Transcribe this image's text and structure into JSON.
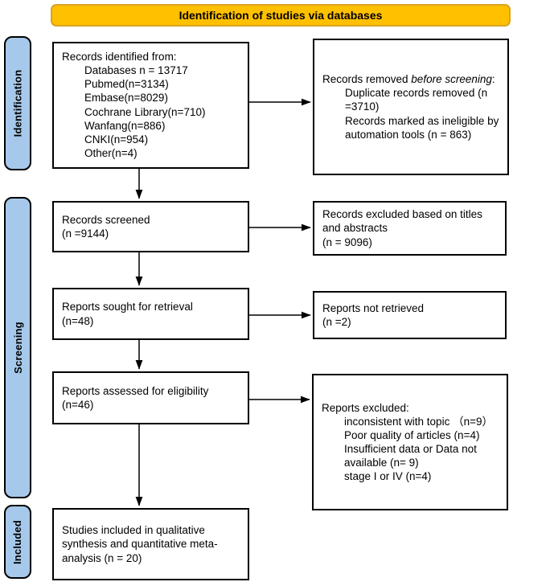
{
  "banner": {
    "label": "Identification of studies via databases"
  },
  "colors": {
    "banner_bg": "#FFC000",
    "banner_border": "#D9A420",
    "stage_bg": "#A6C9EB",
    "box_border": "#000000",
    "arrow": "#000000"
  },
  "stages": [
    {
      "label": "Identification"
    },
    {
      "label": "Screening"
    },
    {
      "label": "Included"
    }
  ],
  "boxes": {
    "identified": {
      "title": "Records identified from:",
      "items": [
        "Databases n = 13717",
        "Pubmed(n=3134)",
        "Embase(n=8029)",
        "Cochrane Library(n=710)",
        "Wanfang(n=886)",
        "CNKI(n=954)",
        "Other(n=4)"
      ]
    },
    "removed": {
      "title_prefix": "Records removed ",
      "title_italic": "before screening",
      "title_suffix": ":",
      "items": [
        "Duplicate records removed (n =3710)",
        "Records marked as ineligible by automation tools (n = 863)"
      ]
    },
    "screened": {
      "line1": "Records screened",
      "line2": "(n =9144)"
    },
    "excluded_titles": {
      "line1": "Records excluded based on titles and abstracts",
      "line2": "(n = 9096)"
    },
    "sought": {
      "line1": "Reports sought for retrieval",
      "line2": "(n=48)"
    },
    "not_retrieved": {
      "line1": "Reports not retrieved",
      "line2": "(n =2)"
    },
    "assessed": {
      "line1": "Reports assessed for eligibility",
      "line2": "(n=46)"
    },
    "reports_excluded": {
      "title": "Reports excluded:",
      "items": [
        "inconsistent with topic （n=9）",
        "Poor quality of articles (n=4)",
        "Insufficient data or Data not available (n= 9)",
        "stage I or IV (n=4)"
      ]
    },
    "included_box": {
      "text": "Studies included in qualitative synthesis and quantitative meta-analysis (n = 20)"
    }
  }
}
